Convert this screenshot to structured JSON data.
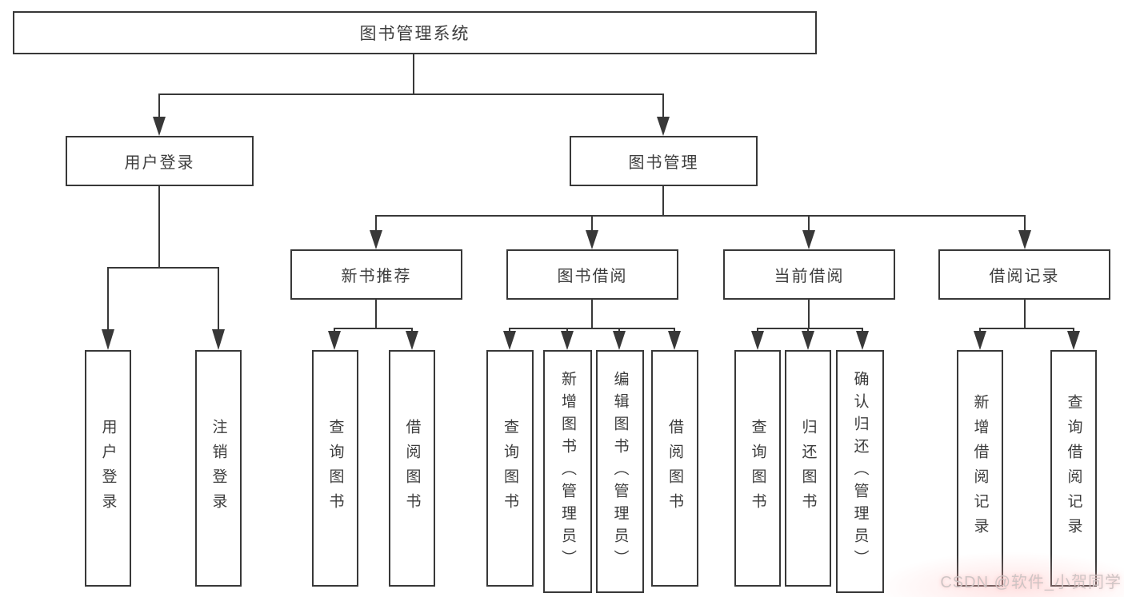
{
  "diagram": {
    "root": {
      "label": "图书管理系统"
    },
    "branches": [
      {
        "label": "用户登录",
        "children": [
          {
            "label": "用户登录"
          },
          {
            "label": "注销登录"
          }
        ]
      },
      {
        "label": "图书管理",
        "children": [
          {
            "label": "新书推荐",
            "children": [
              {
                "label": "查询图书"
              },
              {
                "label": "借阅图书"
              }
            ]
          },
          {
            "label": "图书借阅",
            "children": [
              {
                "label": "查询图书"
              },
              {
                "label": "新增图书（管理员）"
              },
              {
                "label": "编辑图书（管理员）"
              },
              {
                "label": "借阅图书"
              }
            ]
          },
          {
            "label": "当前借阅",
            "children": [
              {
                "label": "查询图书"
              },
              {
                "label": "归还图书"
              },
              {
                "label": "确认归还（管理员）"
              }
            ]
          },
          {
            "label": "借阅记录",
            "children": [
              {
                "label": "新增借阅记录"
              },
              {
                "label": "查询借阅记录"
              }
            ]
          }
        ]
      }
    ],
    "watermark": {
      "text": "CSDN @软件_小贺同学"
    },
    "colors": {
      "line": "#383838",
      "text": "#3d3d3d",
      "background": "#ffffff",
      "watermark": "#cbc3c3"
    }
  }
}
